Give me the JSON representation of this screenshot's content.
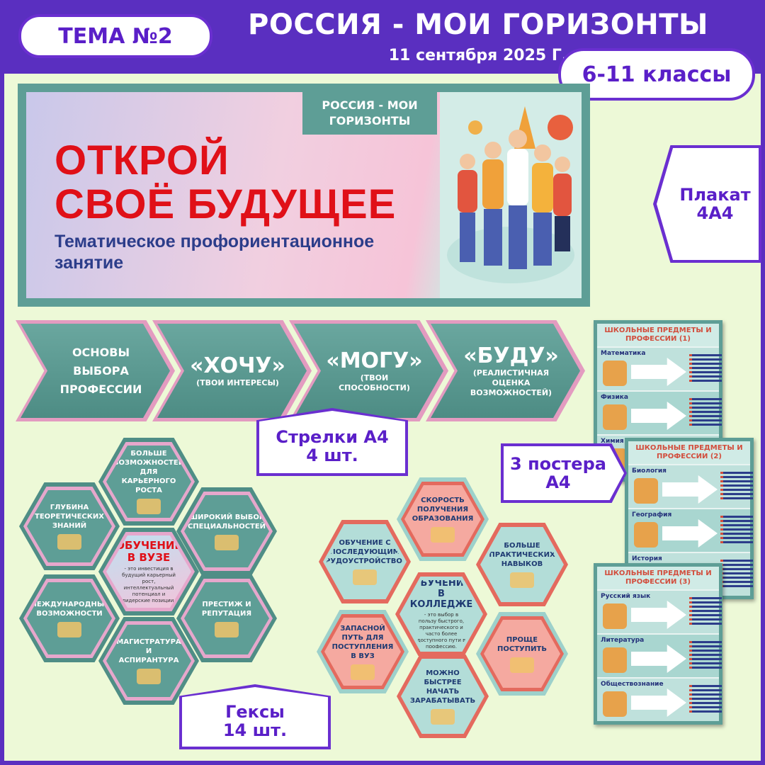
{
  "header": {
    "topic_badge": "ТЕМА №2",
    "title": "РОССИЯ - МОИ ГОРИЗОНТЫ",
    "date": "11 сентября 2025 Г.",
    "grades_badge": "6-11 классы"
  },
  "banner": {
    "tag": "РОССИЯ - МОИ ГОРИЗОНТЫ",
    "headline_line1": "ОТКРОЙ",
    "headline_line2": "СВОЁ БУДУЩЕЕ",
    "subtitle": "Тематическое профориентационное занятие"
  },
  "callouts": {
    "poster": "Плакат 4А4",
    "arrows_line1": "Стрелки А4",
    "arrows_line2": "4 шт.",
    "posters_line1": "3 постера",
    "posters_line2": "А4",
    "hexes_line1": "Гексы",
    "hexes_line2": "14 шт."
  },
  "arrows": [
    {
      "title": "ОСНОВЫ ВЫБОРА ПРОФЕССИИ",
      "sub": ""
    },
    {
      "title": "«ХОЧУ»",
      "sub": "(ТВОИ ИНТЕРЕСЫ)"
    },
    {
      "title": "«МОГУ»",
      "sub": "(ТВОИ СПОСОБНОСТИ)"
    },
    {
      "title": "«БУДУ»",
      "sub": "(РЕАЛИСТИЧНАЯ ОЦЕНКА ВОЗМОЖНОСТЕЙ)"
    }
  ],
  "hexes_university": {
    "center_title": "ОБУЧЕНИЕ В ВУЗЕ",
    "center_text": "- это инвестиция в будущий карьерный рост, интеллектуальный потенциал и лидерские позиции.",
    "items": [
      "БОЛЬШЕ ВОЗМОЖНОСТЕЙ ДЛЯ КАРЬЕРНОГО РОСТА",
      "ГЛУБИНА ТЕОРЕТИЧЕСКИХ ЗНАНИЙ",
      "ШИРОКИЙ ВЫБОР СПЕЦИАЛЬНОСТЕЙ",
      "МЕЖДУНАРОДНЫЕ ВОЗМОЖНОСТИ",
      "ПРЕСТИЖ И РЕПУТАЦИЯ",
      "МАГИСТРАТУРА И АСПИРАНТУРА"
    ]
  },
  "hexes_college": {
    "center_title": "ОБУЧЕНИЕ В КОЛЛЕДЖЕ",
    "center_text": "- это выбор в пользу быстрого, практического и часто более доступного пути в профессию.",
    "items": [
      "СКОРОСТЬ ПОЛУЧЕНИЯ ОБРАЗОВАНИЯ",
      "ОБУЧЕНИЕ С ПОСЛЕДУЮЩИМ ТРУДОУСТРОЙСТВОМ",
      "БОЛЬШЕ ПРАКТИЧЕСКИХ НАВЫКОВ",
      "ЗАПАСНОЙ ПУТЬ ДЛЯ ПОСТУПЛЕНИЯ В ВУЗ",
      "ПРОЩЕ ПОСТУПИТЬ",
      "МОЖНО БЫСТРЕЕ НАЧАТЬ ЗАРАБАТЫВАТЬ"
    ]
  },
  "posters": [
    {
      "title": "ШКОЛЬНЫЕ ПРЕДМЕТЫ И ПРОФЕССИИ (1)",
      "subjects": [
        "Математика",
        "Физика",
        "Химия"
      ]
    },
    {
      "title": "ШКОЛЬНЫЕ ПРЕДМЕТЫ И ПРОФЕССИИ (2)",
      "subjects": [
        "Биология",
        "География",
        "История"
      ]
    },
    {
      "title": "ШКОЛЬНЫЕ ПРЕДМЕТЫ И ПРОФЕССИИ (3)",
      "subjects": [
        "Русский язык",
        "Литература",
        "Обществознание"
      ]
    }
  ],
  "colors": {
    "brand_purple": "#5a2fc0",
    "teal": "#5e9e96",
    "background": "#edf9d7",
    "headline_red": "#e01018",
    "coral": "#e46a5e"
  }
}
